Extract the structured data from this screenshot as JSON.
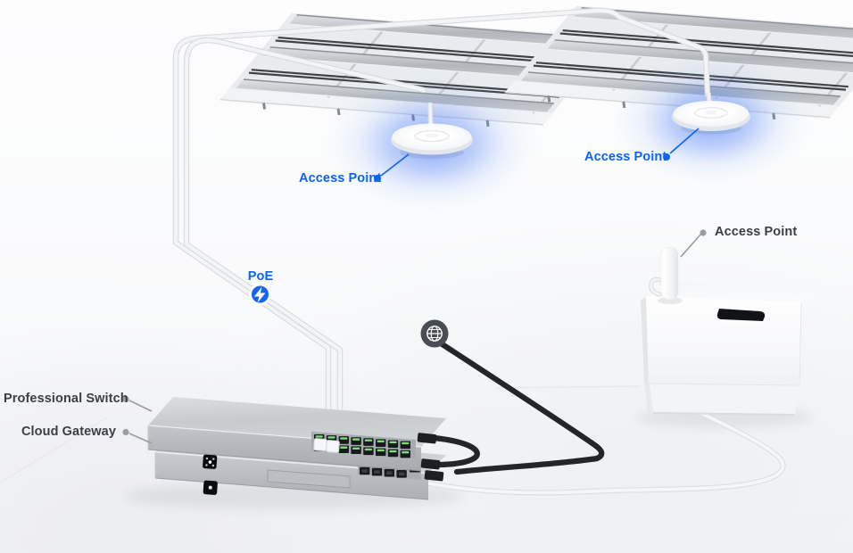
{
  "diagram": {
    "labels": {
      "access_point_ceiling_left": "Access Point",
      "access_point_ceiling_right": "Access Point",
      "access_point_wall": "Access Point",
      "poe": "PoE",
      "professional_switch": "Professional Switch",
      "cloud_gateway": "Cloud Gateway"
    },
    "icons": {
      "poe_bolt": "lightning-bolt-in-blue-circle",
      "internet_globe": "globe-in-dark-circle"
    },
    "colors": {
      "accent_blue": "#0d63f4",
      "label_dark": "#3a3f45",
      "leader_gray": "#989da2",
      "glow_blue": "#3b76f5",
      "cable_white": "#f3f4f6",
      "cable_black": "#232527",
      "device_silver": "#b9bdc1",
      "led_green": "#7ddc78"
    }
  }
}
